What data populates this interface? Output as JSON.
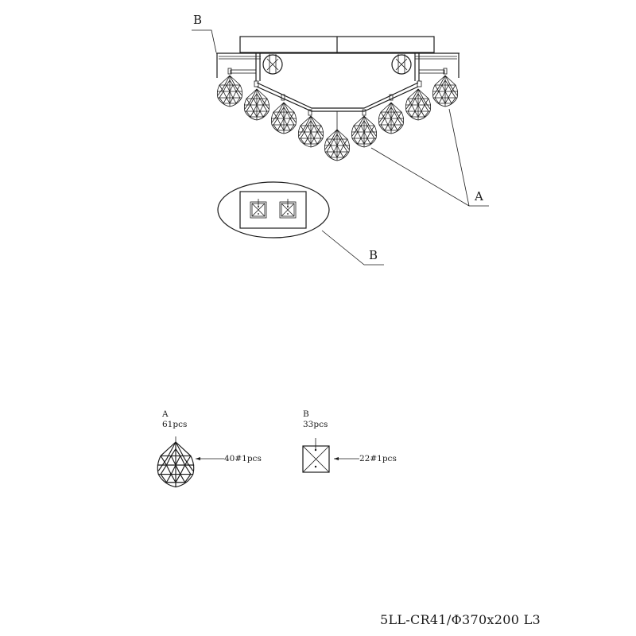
{
  "drawing": {
    "title_block": "5LL-CR41/Φ370x200 L3",
    "callouts": {
      "top_left": "B",
      "right": "A",
      "detail": "B"
    }
  },
  "parts": [
    {
      "id": "A",
      "label": "A",
      "quantity": "61pcs",
      "spec": "40#1pcs",
      "shape": "faceted-ball-crystal"
    },
    {
      "id": "B",
      "label": "B",
      "quantity": "33pcs",
      "spec": "22#1pcs",
      "shape": "square-octagon-crystal"
    }
  ],
  "colors": {
    "ink": "#1a1a1a",
    "paper": "#ffffff"
  }
}
